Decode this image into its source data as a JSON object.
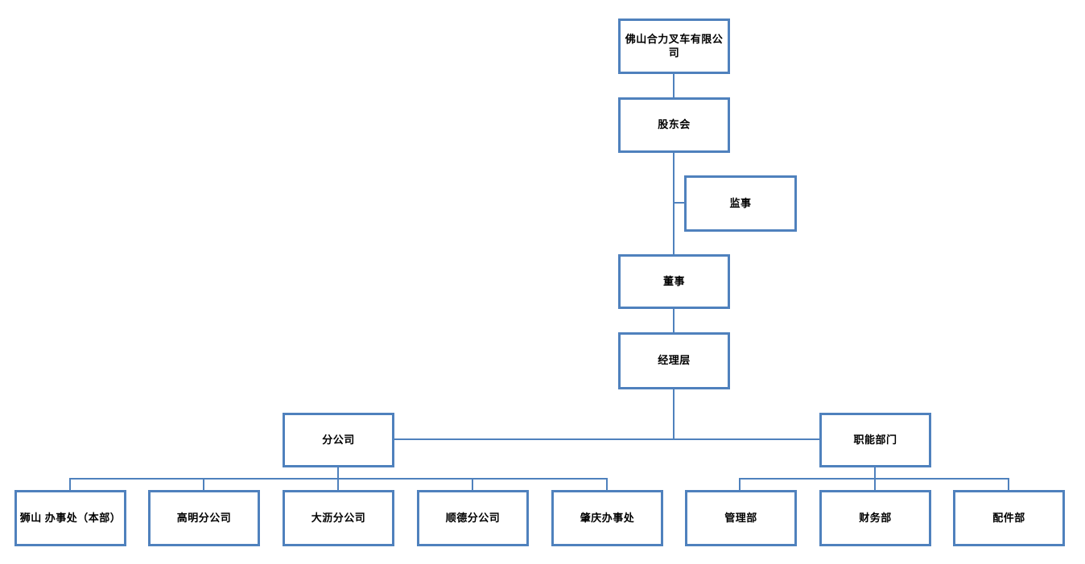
{
  "diagram": {
    "type": "org-chart",
    "background": "#ffffff",
    "accent": "#4f81bd",
    "text_color": "#000000",
    "nodes": {
      "company": {
        "label": "佛山合力叉车有限公司"
      },
      "shareholders": {
        "label": "股东会"
      },
      "supervisor": {
        "label": "监事"
      },
      "director": {
        "label": "董事"
      },
      "management": {
        "label": "经理层"
      },
      "branches": {
        "label": "分公司"
      },
      "functional": {
        "label": "职能部门"
      }
    },
    "branch_offices": [
      {
        "label": "狮山 办事处（本部）"
      },
      {
        "label": "高明分公司"
      },
      {
        "label": "大沥分公司"
      },
      {
        "label": "顺德分公司"
      },
      {
        "label": "肇庆办事处"
      }
    ],
    "functional_departments": [
      {
        "label": "管理部"
      },
      {
        "label": "财务部"
      },
      {
        "label": "配件部"
      }
    ],
    "hierarchy": {
      "company": [
        "shareholders"
      ],
      "shareholders": [
        "director"
      ],
      "shareholders_side": [
        "supervisor"
      ],
      "director": [
        "management"
      ],
      "management": [
        "branches",
        "functional"
      ],
      "branches": [
        "狮山 办事处（本部）",
        "高明分公司",
        "大沥分公司",
        "顺德分公司",
        "肇庆办事处"
      ],
      "functional": [
        "管理部",
        "财务部",
        "配件部"
      ]
    }
  }
}
